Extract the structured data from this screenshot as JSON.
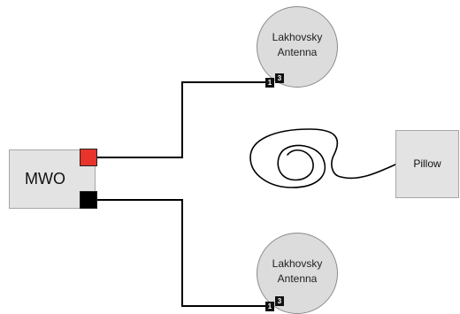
{
  "mwo": {
    "label": "MWO",
    "ports": [
      {
        "name": "top",
        "color": "#e8342a"
      },
      {
        "name": "bottom",
        "color": "#000000"
      }
    ]
  },
  "antennas": [
    {
      "line1": "Lakhovsky",
      "line2": "Antenna",
      "pin_a": "1",
      "pin_b": "3"
    },
    {
      "line1": "Lakhovsky",
      "line2": "Antenna",
      "pin_a": "1",
      "pin_b": "3"
    }
  ],
  "pillow": {
    "label": "Pillow"
  },
  "colors": {
    "box_fill": "#e3e3e3",
    "antenna_fill": "#dcdcdc",
    "wire": "#000000",
    "port_red": "#e8342a"
  }
}
